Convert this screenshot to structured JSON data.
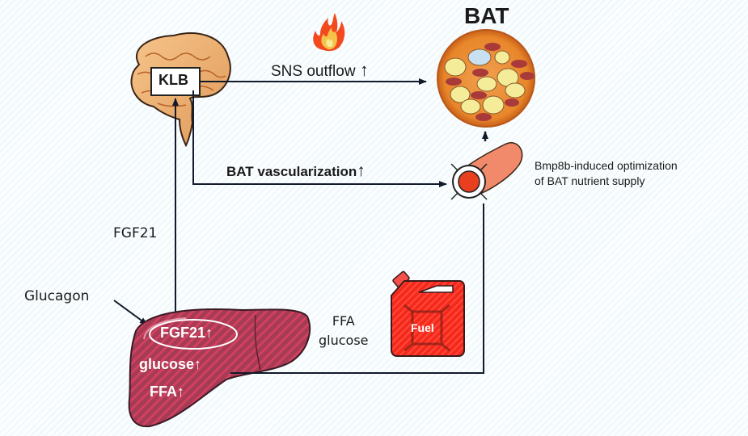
{
  "title": "BAT",
  "brain": {
    "receptor_label": "KLB"
  },
  "arrows": {
    "sns": {
      "label": "SNS outflow",
      "direction": "up"
    },
    "vascularization": {
      "label": "BAT vascularization",
      "direction": "up"
    },
    "fgf21": {
      "label": "FGF21"
    }
  },
  "vessel": {
    "caption_line1": "Bmp8b-induced optimization",
    "caption_line2": "of BAT nutrient supply"
  },
  "liver": {
    "input_label": "Glucagon",
    "items": [
      {
        "label": "FGF21",
        "direction": "up",
        "circled": true
      },
      {
        "label": "glucose",
        "direction": "up"
      },
      {
        "label": "FFA",
        "direction": "up"
      }
    ]
  },
  "fuel": {
    "can_label": "Fuel",
    "nutrients_line1": "FFA",
    "nutrients_line2": "glucose"
  },
  "icons": {
    "flame": "fire-icon",
    "up_arrow": "↑"
  },
  "colors": {
    "liver": "#b03a52",
    "fuel_can": "#f42a20",
    "bat_tissue": "#e8892a",
    "lipid_droplet": "#f5ec9a",
    "mitochondria": "#a83a3a",
    "vessel": "#f08a6a",
    "line": "#111a2a"
  }
}
